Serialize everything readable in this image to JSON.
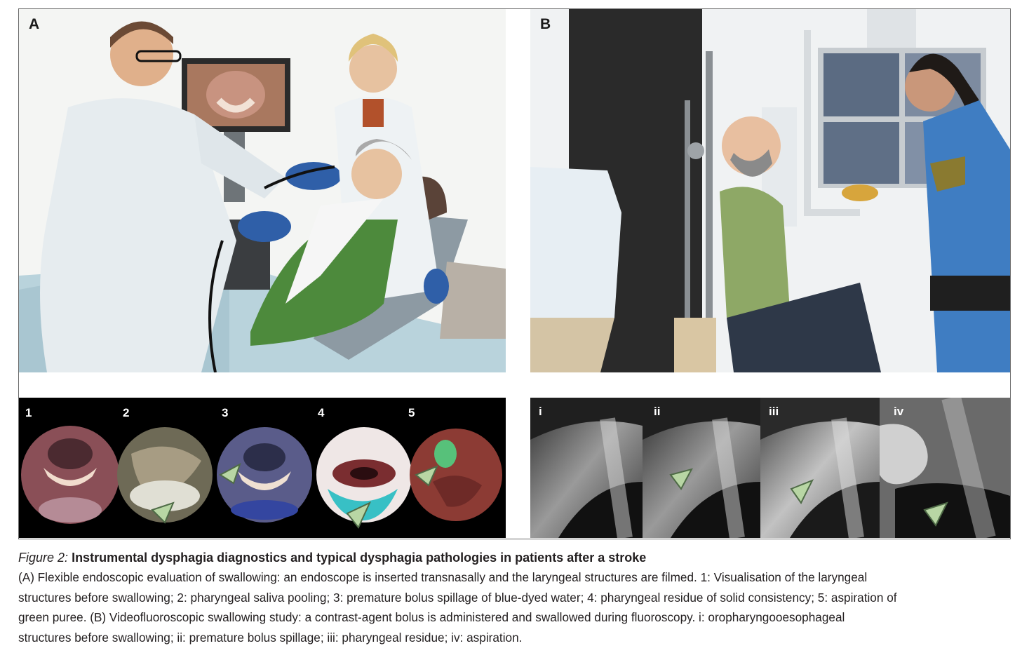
{
  "panels": {
    "a_label": "A",
    "b_label": "B"
  },
  "endoscopy_strip": {
    "labels": [
      "1",
      "2",
      "3",
      "4",
      "5"
    ]
  },
  "fluoroscopy_strip": {
    "labels": [
      "i",
      "ii",
      "iii",
      "iv"
    ]
  },
  "caption": {
    "figure_number": "Figure 2:",
    "title": "Instrumental dysphagia diagnostics and typical dysphagia pathologies in patients after a stroke",
    "lines": [
      "(A) Flexible endoscopic evaluation of swallowing: an endoscope is inserted transnasally and the laryngeal structures are filmed. 1: Visualisation of the laryngeal",
      "structures before swallowing; 2: pharyngeal saliva pooling; 3: premature bolus spillage of blue-dyed water; 4: pharyngeal residue of solid consistency; 5: aspiration of",
      "green puree. (B) Videofluoroscopic swallowing study: a contrast-agent bolus is administered and swallowed during fluoroscopy. i: oropharyngooesophageal",
      "structures before swallowing; ii: premature bolus spillage; iii: pharyngeal residue; iv: aspiration."
    ]
  }
}
